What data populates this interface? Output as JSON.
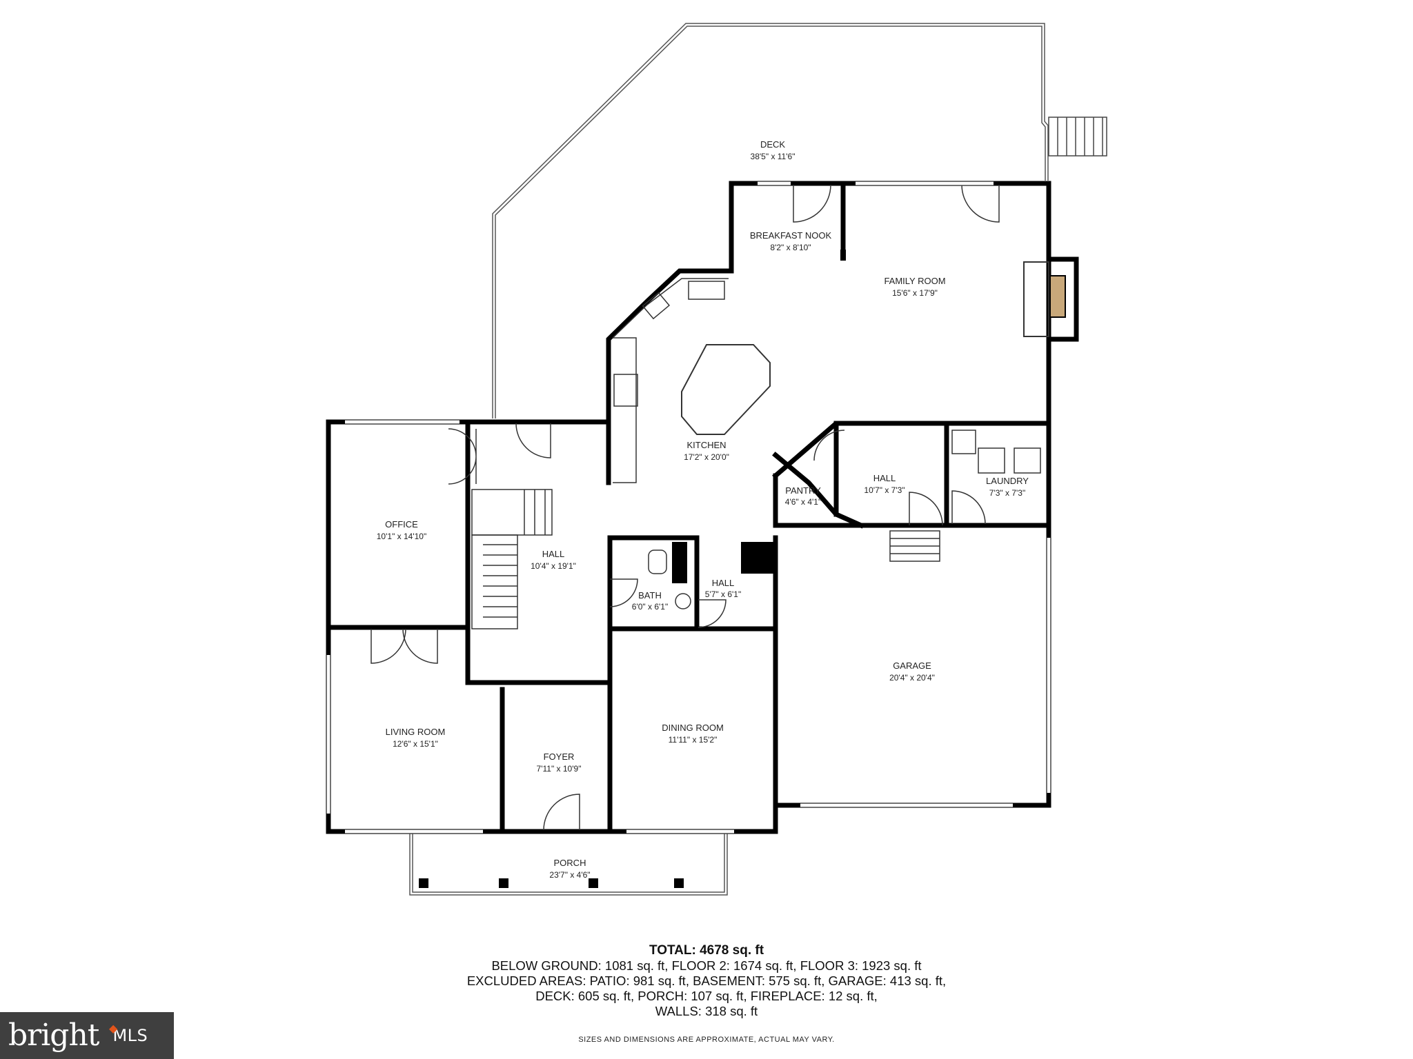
{
  "rooms": {
    "deck": {
      "name": "DECK",
      "dim": "38'5\" x 11'6\""
    },
    "breakfast_nook": {
      "name": "BREAKFAST NOOK",
      "dim": "8'2\" x 8'10\""
    },
    "family_room": {
      "name": "FAMILY ROOM",
      "dim": "15'6\" x 17'9\""
    },
    "kitchen": {
      "name": "KITCHEN",
      "dim": "17'2\" x 20'0\""
    },
    "office": {
      "name": "OFFICE",
      "dim": "10'1\" x 14'10\""
    },
    "hall_stairs": {
      "name": "HALL",
      "dim": "10'4\" x 19'1\""
    },
    "pantry": {
      "name": "PANTRY",
      "dim": "4'6\" x 4'1\""
    },
    "hall_mud": {
      "name": "HALL",
      "dim": "10'7\" x 7'3\""
    },
    "laundry": {
      "name": "LAUNDRY",
      "dim": "7'3\" x 7'3\""
    },
    "bath": {
      "name": "BATH",
      "dim": "6'0\" x 6'1\""
    },
    "hall_small": {
      "name": "HALL",
      "dim": "5'7\" x 6'1\""
    },
    "garage": {
      "name": "GARAGE",
      "dim": "20'4\" x 20'4\""
    },
    "living_room": {
      "name": "LIVING ROOM",
      "dim": "12'6\" x 15'1\""
    },
    "foyer": {
      "name": "FOYER",
      "dim": "7'11\" x 10'9\""
    },
    "dining_room": {
      "name": "DINING ROOM",
      "dim": "11'11\" x 15'2\""
    },
    "porch": {
      "name": "PORCH",
      "dim": "23'7\" x 4'6\""
    }
  },
  "summary": {
    "total": "TOTAL: 4678 sq. ft",
    "line1": "BELOW GROUND: 1081 sq. ft, FLOOR 2: 1674 sq. ft, FLOOR 3: 1923 sq. ft",
    "line2": "EXCLUDED AREAS: PATIO: 981 sq. ft, BASEMENT: 575 sq. ft, GARAGE: 413 sq. ft,",
    "line3": "DECK: 605 sq. ft, PORCH: 107 sq. ft, FIREPLACE: 12 sq. ft,",
    "line4": "WALLS: 318 sq. ft"
  },
  "disclaimer": "SIZES AND DIMENSIONS ARE APPROXIMATE, ACTUAL MAY VARY.",
  "logo": {
    "brand": "bright",
    "suffix": "MLS",
    "accent": "#e2541b",
    "background": "#3f3f3f"
  },
  "colors": {
    "wall": "#000000",
    "line": "#555555",
    "background": "#ffffff"
  }
}
